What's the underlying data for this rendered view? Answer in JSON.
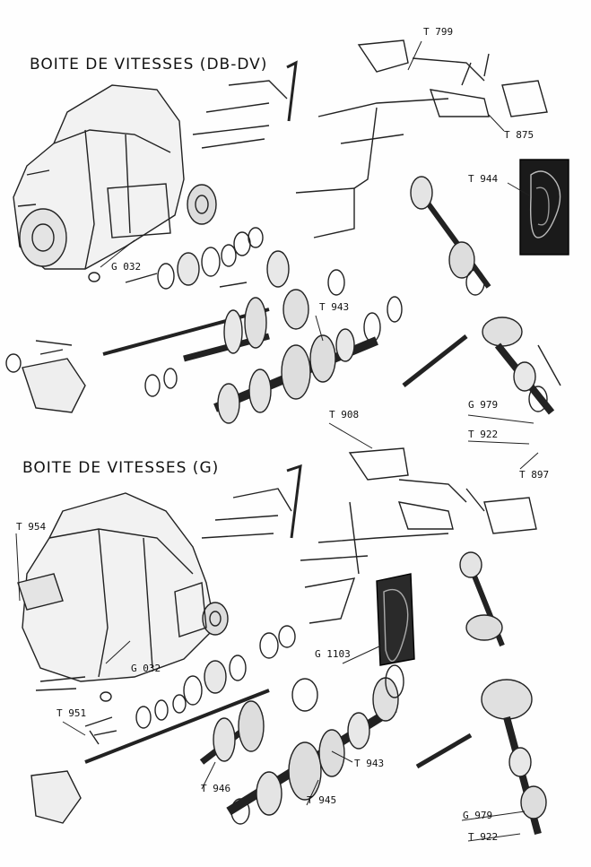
{
  "sections": [
    {
      "title": "BOITE DE VITESSES (DB-DV)"
    },
    {
      "title": "BOITE DE VITESSES (G)"
    }
  ],
  "refs": [
    "T 799",
    "T 875",
    "T 944",
    "G 032",
    "T 943",
    "G 979",
    "T 922",
    "T 897",
    "T 908",
    "T 954",
    "G 1103",
    "G 032",
    "T 951",
    "T 943",
    "T 946",
    "T 945",
    "G 979",
    "T 922"
  ],
  "colors": {
    "ink": "#111111",
    "paper": "#fefefe"
  }
}
